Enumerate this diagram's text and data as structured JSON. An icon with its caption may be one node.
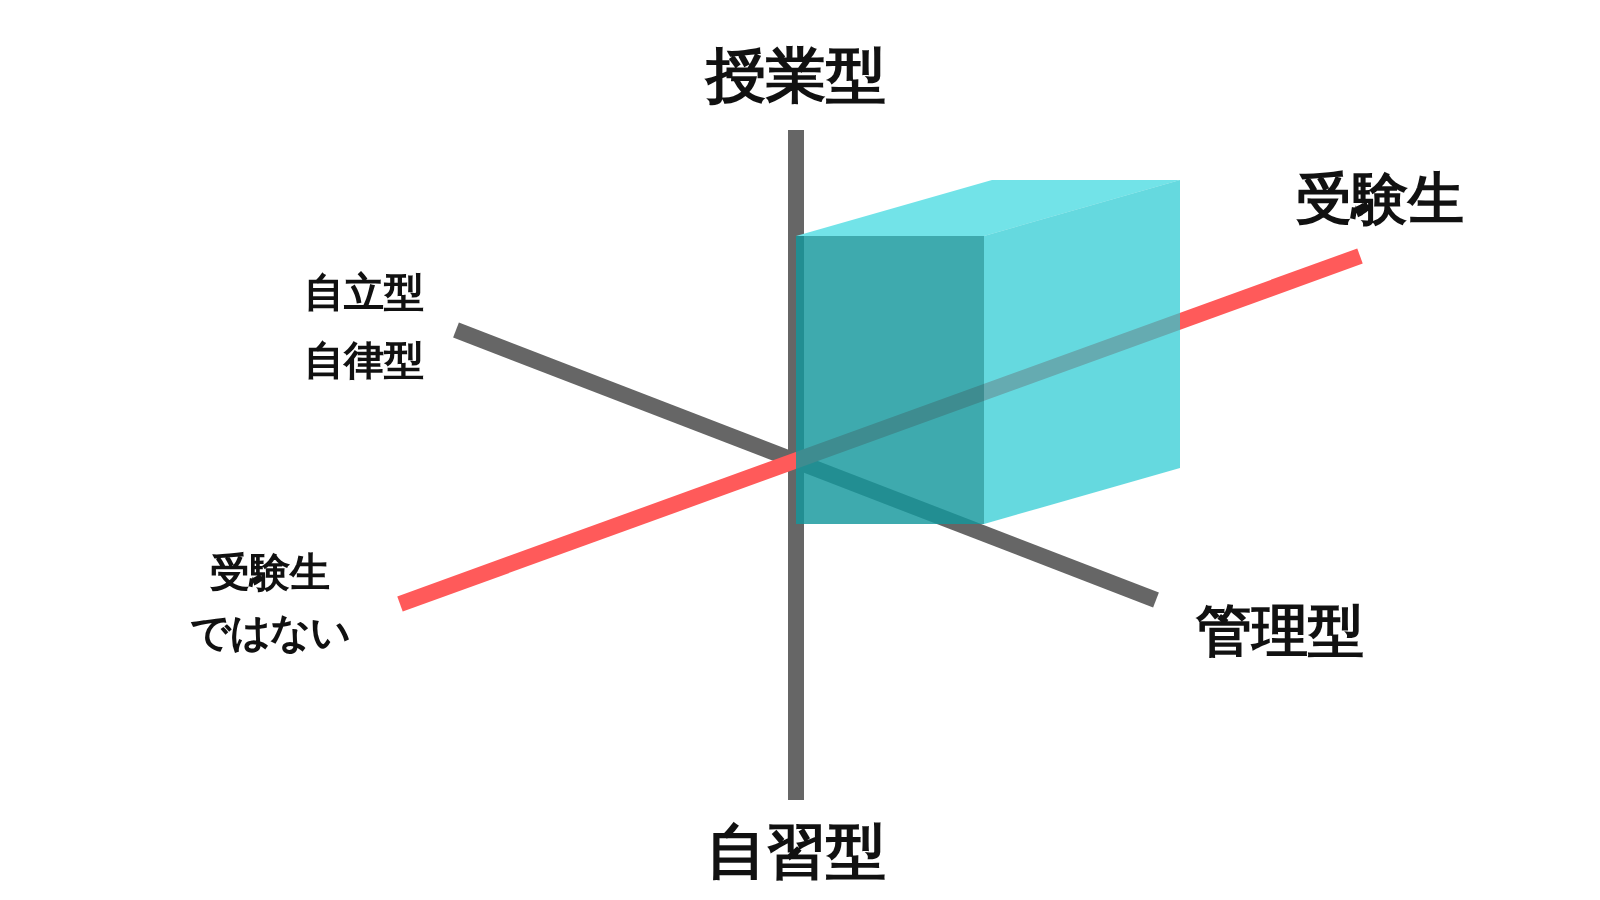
{
  "diagram": {
    "labels": [
      "授業型",
      "受験生",
      "自立型",
      "自律型",
      "受験生",
      "ではない",
      "管理型",
      "自習型"
    ]
  }
}
